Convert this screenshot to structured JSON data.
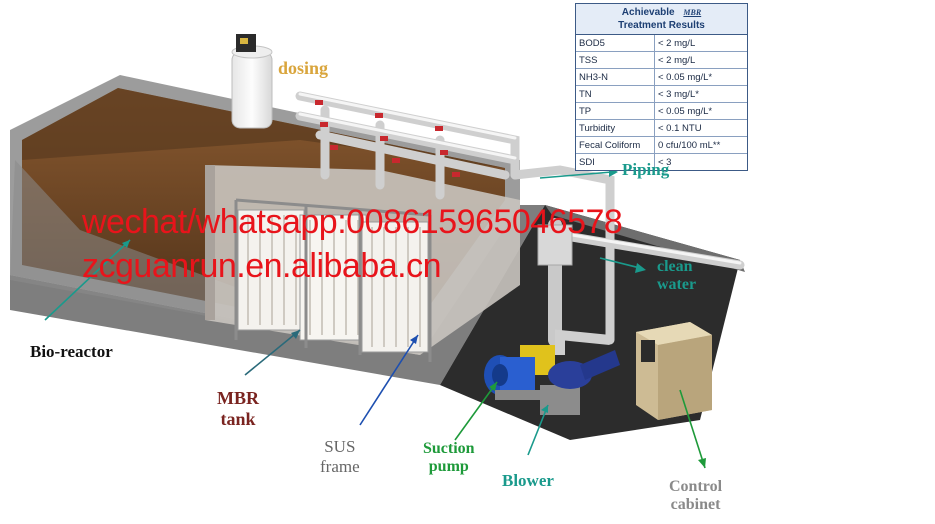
{
  "results_table": {
    "title_line1": "Achievable",
    "title_suffix": "MBR",
    "title_line2": "Treatment Results",
    "rows": [
      {
        "param": "BOD5",
        "value": "< 2 mg/L"
      },
      {
        "param": "TSS",
        "value": "< 2 mg/L"
      },
      {
        "param": "NH3-N",
        "value": "< 0.05 mg/L*"
      },
      {
        "param": "TN",
        "value": "< 3 mg/L*"
      },
      {
        "param": "TP",
        "value": "< 0.05 mg/L*"
      },
      {
        "param": "Turbidity",
        "value": "< 0.1 NTU"
      },
      {
        "param": "Fecal Coliform",
        "value": "0 cfu/100 mL**"
      },
      {
        "param": "SDI",
        "value": "< 3"
      }
    ]
  },
  "labels": {
    "dosing": "dosing",
    "piping": "Piping",
    "clean_line1": "clean",
    "clean_line2": "water",
    "bioreactor": "Bio-reactor",
    "mbr_line1": "MBR",
    "mbr_line2": "tank",
    "sus_line1": "SUS",
    "sus_line2": "frame",
    "suction_line1": "Suction",
    "suction_line2": "pump",
    "blower": "Blower",
    "control_line1": "Control",
    "control_line2": "cabinet"
  },
  "watermark": {
    "line1": "wechat/whatsapp:008615965046578",
    "line2": "zcguanrun.en.alibaba.cn"
  },
  "colors": {
    "dosing": "#d9a53c",
    "piping": "#1a9a8c",
    "clean_water": "#1a9a8c",
    "bioreactor": "#111111",
    "mbr_tank": "#7a2420",
    "sus_frame": "#666666",
    "suction_pump": "#1e9a3a",
    "blower": "#1a9a8c",
    "control_cabinet": "#8a8a8a",
    "watermark": "#e8141b"
  }
}
